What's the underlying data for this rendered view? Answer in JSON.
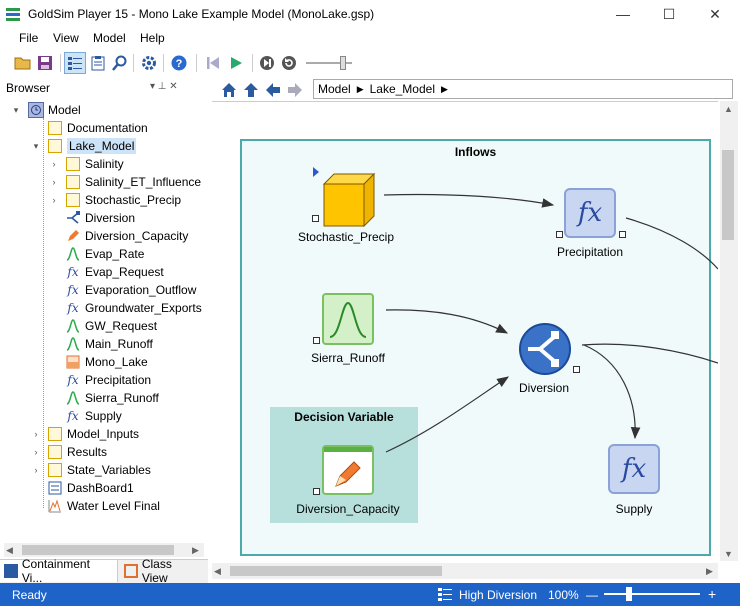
{
  "window": {
    "title": "GoldSim Player 15  -  Mono Lake Example Model (MonoLake.gsp)",
    "controls": {
      "minimize": "—",
      "maximize": "☐",
      "close": "✕"
    }
  },
  "menu": [
    "File",
    "View",
    "Model",
    "Help"
  ],
  "browser": {
    "title": "Browser",
    "pin": "▾ ⊥ ✕",
    "tree": [
      {
        "label": "Model",
        "icon": "model-icon"
      },
      {
        "label": "Documentation",
        "icon": "container-icon"
      },
      {
        "label": "Lake_Model",
        "icon": "container-icon"
      },
      {
        "label": "Salinity",
        "icon": "container-icon"
      },
      {
        "label": "Salinity_ET_Influence",
        "icon": "container-icon"
      },
      {
        "label": "Stochastic_Precip",
        "icon": "container-icon"
      },
      {
        "label": "Diversion",
        "icon": "splitter-icon"
      },
      {
        "label": "Diversion_Capacity",
        "icon": "pencil-icon"
      },
      {
        "label": "Evap_Rate",
        "icon": "curve-icon"
      },
      {
        "label": "Evap_Request",
        "icon": "fx-icon"
      },
      {
        "label": "Evaporation_Outflow",
        "icon": "fx-icon"
      },
      {
        "label": "Groundwater_Exports",
        "icon": "fx-icon"
      },
      {
        "label": "GW_Request",
        "icon": "curve-icon"
      },
      {
        "label": "Main_Runoff",
        "icon": "curve-icon"
      },
      {
        "label": "Mono_Lake",
        "icon": "reservoir-icon"
      },
      {
        "label": "Precipitation",
        "icon": "fx-icon"
      },
      {
        "label": "Sierra_Runoff",
        "icon": "curve-icon"
      },
      {
        "label": "Supply",
        "icon": "fx-icon"
      },
      {
        "label": "Model_Inputs",
        "icon": "container-icon"
      },
      {
        "label": "Results",
        "icon": "container-icon"
      },
      {
        "label": "State_Variables",
        "icon": "container-icon"
      },
      {
        "label": "DashBoard1",
        "icon": "dashboard-icon"
      },
      {
        "label": "Water Level Final",
        "icon": "chart-icon"
      }
    ],
    "tabs": [
      "Containment Vi...",
      "Class View"
    ]
  },
  "nav": {
    "breadcrumb": [
      "Model",
      "Lake_Model"
    ]
  },
  "canvas": {
    "container_title": "Inflows",
    "decision_title": "Decision Variable",
    "nodes": {
      "stochastic": "Stochastic_Precip",
      "precipitation": "Precipitation",
      "sierra": "Sierra_Runoff",
      "diversion": "Diversion",
      "diversion_capacity": "Diversion_Capacity",
      "supply": "Supply"
    },
    "fx": "fx"
  },
  "status": {
    "ready": "Ready",
    "scenario": "High Diversion",
    "zoom": "100%",
    "minus": "—",
    "plus": "+"
  },
  "colors": {
    "accent": "#1e64c8",
    "container_border": "#4caaaa",
    "decision_bg": "#b7e0dc"
  }
}
